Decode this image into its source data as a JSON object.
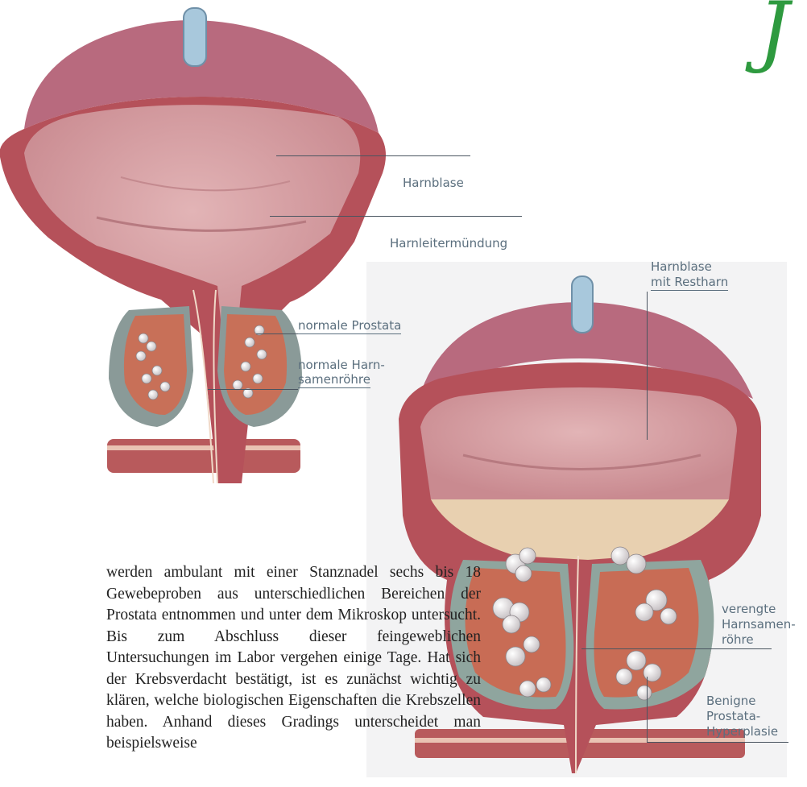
{
  "labels": {
    "harnblase": "Harnblase",
    "harnleitermuendung": "Harnleitermündung",
    "normale_prostata": "normale Prostata",
    "normale_harnsamen_1": "normale Harn-",
    "normale_harnsamen_2": "samenröhre",
    "harnblase_restharn_1": "Harnblase",
    "harnblase_restharn_2": "mit Restharn",
    "verengte_1": "verengte",
    "verengte_2": "Harnsamen-",
    "verengte_3": "röhre",
    "bph_1": "Benigne",
    "bph_2": "Prostata-",
    "bph_3": "Hyperplasie"
  },
  "body_text": "werden ambulant mit einer Stanznadel sechs bis 18 Gewebeproben aus unterschiedlichen Bereichen der Prostata entnommen und unter dem Mikroskop untersucht. Bis zum Abschluss dieser feingeweblichen Untersuchungen im Labor vergehen einige Tage. Hat sich der Krebsverdacht bestätigt, ist es zunächst wichtig zu klären, welche biologischen Eigenschaften die Krebszellen haben. Anhand dieses Gradings unterscheidet man beispielsweise",
  "colors": {
    "tissue": "#b5515a",
    "bladder_inner": "#d6a0a4",
    "bladder_top": "#b86a7e",
    "label_text": "#5b6f7e",
    "accent_green": "#2e9a3f"
  }
}
